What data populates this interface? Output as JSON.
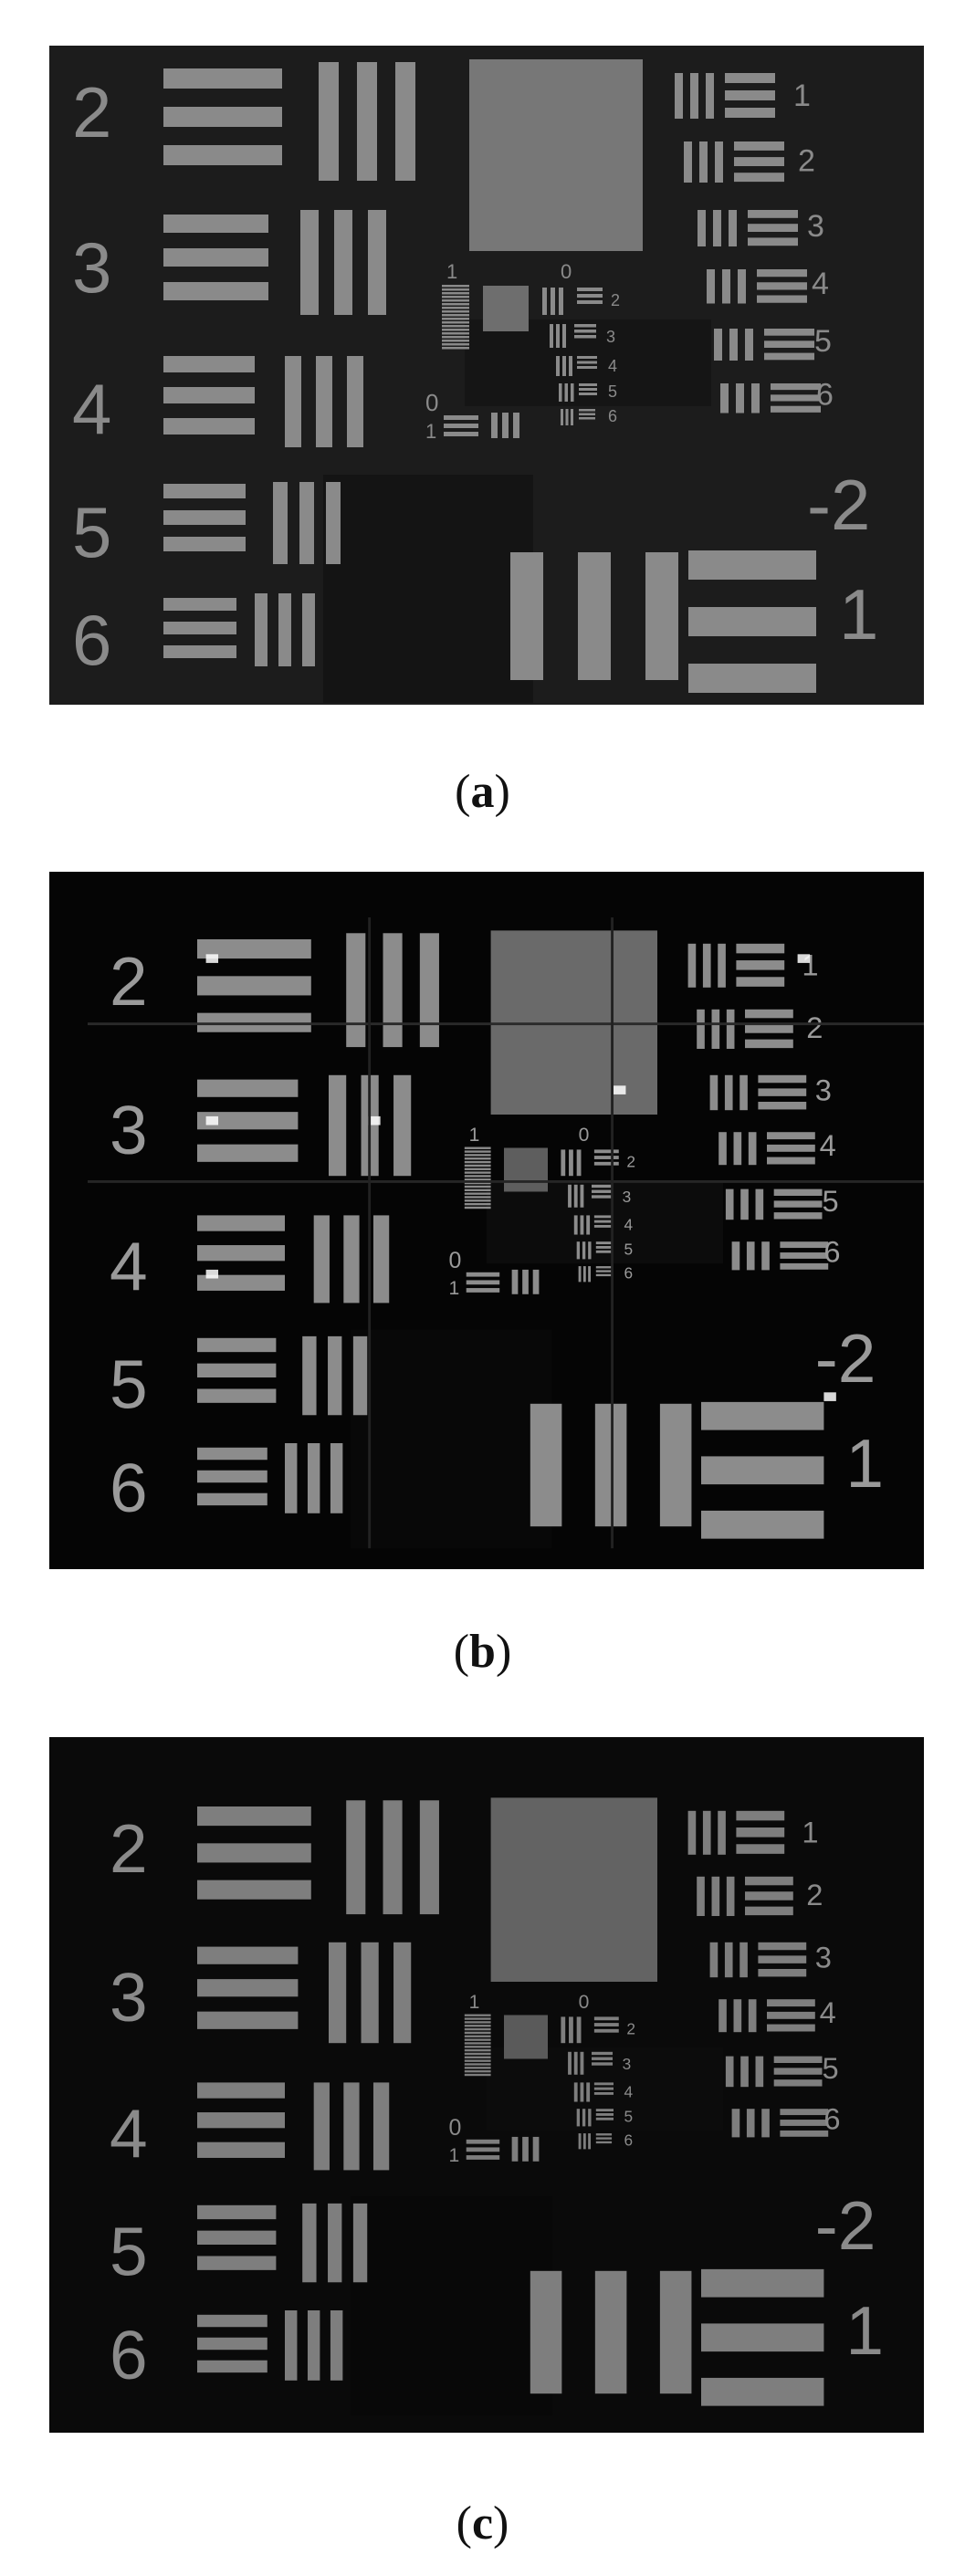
{
  "figure": {
    "panels": [
      {
        "id": "a",
        "caption_open": "(",
        "caption_letter": "a",
        "caption_close": ")",
        "style": {
          "bg": "#1c1c1c",
          "bar": "#8a8a8a",
          "text": "#8a8a8a",
          "square": "#6e6e6e",
          "glow": 0,
          "squareTone": "#777777"
        }
      },
      {
        "id": "b",
        "caption_open": "(",
        "caption_letter": "b",
        "caption_close": ")",
        "style": {
          "bg": "#050505",
          "bar": "#8c8c8c",
          "text": "#9a9a9a",
          "square": "#5e5e5e",
          "glow": 1,
          "squareTone": "#6a6a6a"
        }
      },
      {
        "id": "c",
        "caption_open": "(",
        "caption_letter": "c",
        "caption_close": ")",
        "style": {
          "bg": "#0a0a0a",
          "bar": "#7e7e7e",
          "text": "#8a8a8a",
          "square": "#5a5a5a",
          "glow": 0,
          "squareTone": "#636363"
        }
      }
    ],
    "target_labels": {
      "group_left_2": "2",
      "group_left_3": "3",
      "group_left_4": "4",
      "group_left_5": "5",
      "group_left_6": "6",
      "group_neg2": "-2",
      "group_right_1": "1",
      "group_right_2": "2",
      "group_right_3": "3",
      "group_right_4": "4",
      "group_right_5": "5",
      "group_right_6": "6",
      "center_1": "1",
      "center_0_top": "0",
      "center_0_left": "0",
      "center_2": "2",
      "center_3": "3",
      "center_4": "4",
      "center_5": "5",
      "center_6": "6",
      "center_1_small": "1"
    }
  }
}
